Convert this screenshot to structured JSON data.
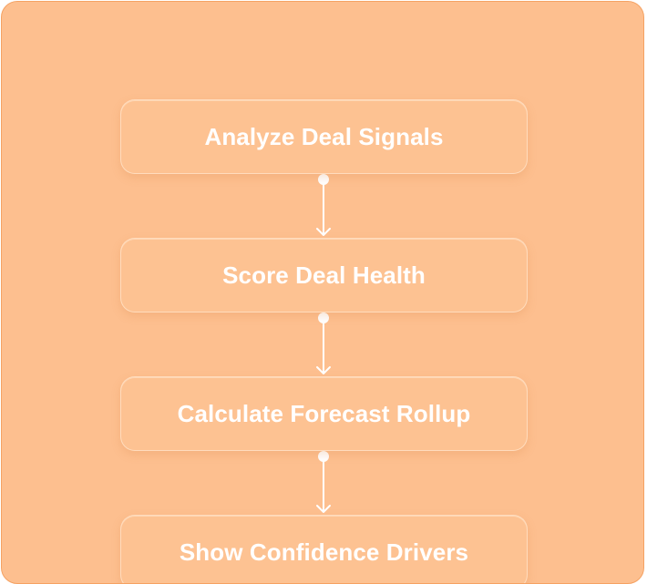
{
  "flow": {
    "steps": [
      {
        "label": "Analyze Deal Signals"
      },
      {
        "label": "Score Deal Health"
      },
      {
        "label": "Calculate Forecast Rollup"
      },
      {
        "label": "Show Confidence Drivers"
      }
    ]
  },
  "colors": {
    "background": "#fdbf8f",
    "border": "#f5a263",
    "text": "#ffffff",
    "connector": "#ffffff"
  }
}
